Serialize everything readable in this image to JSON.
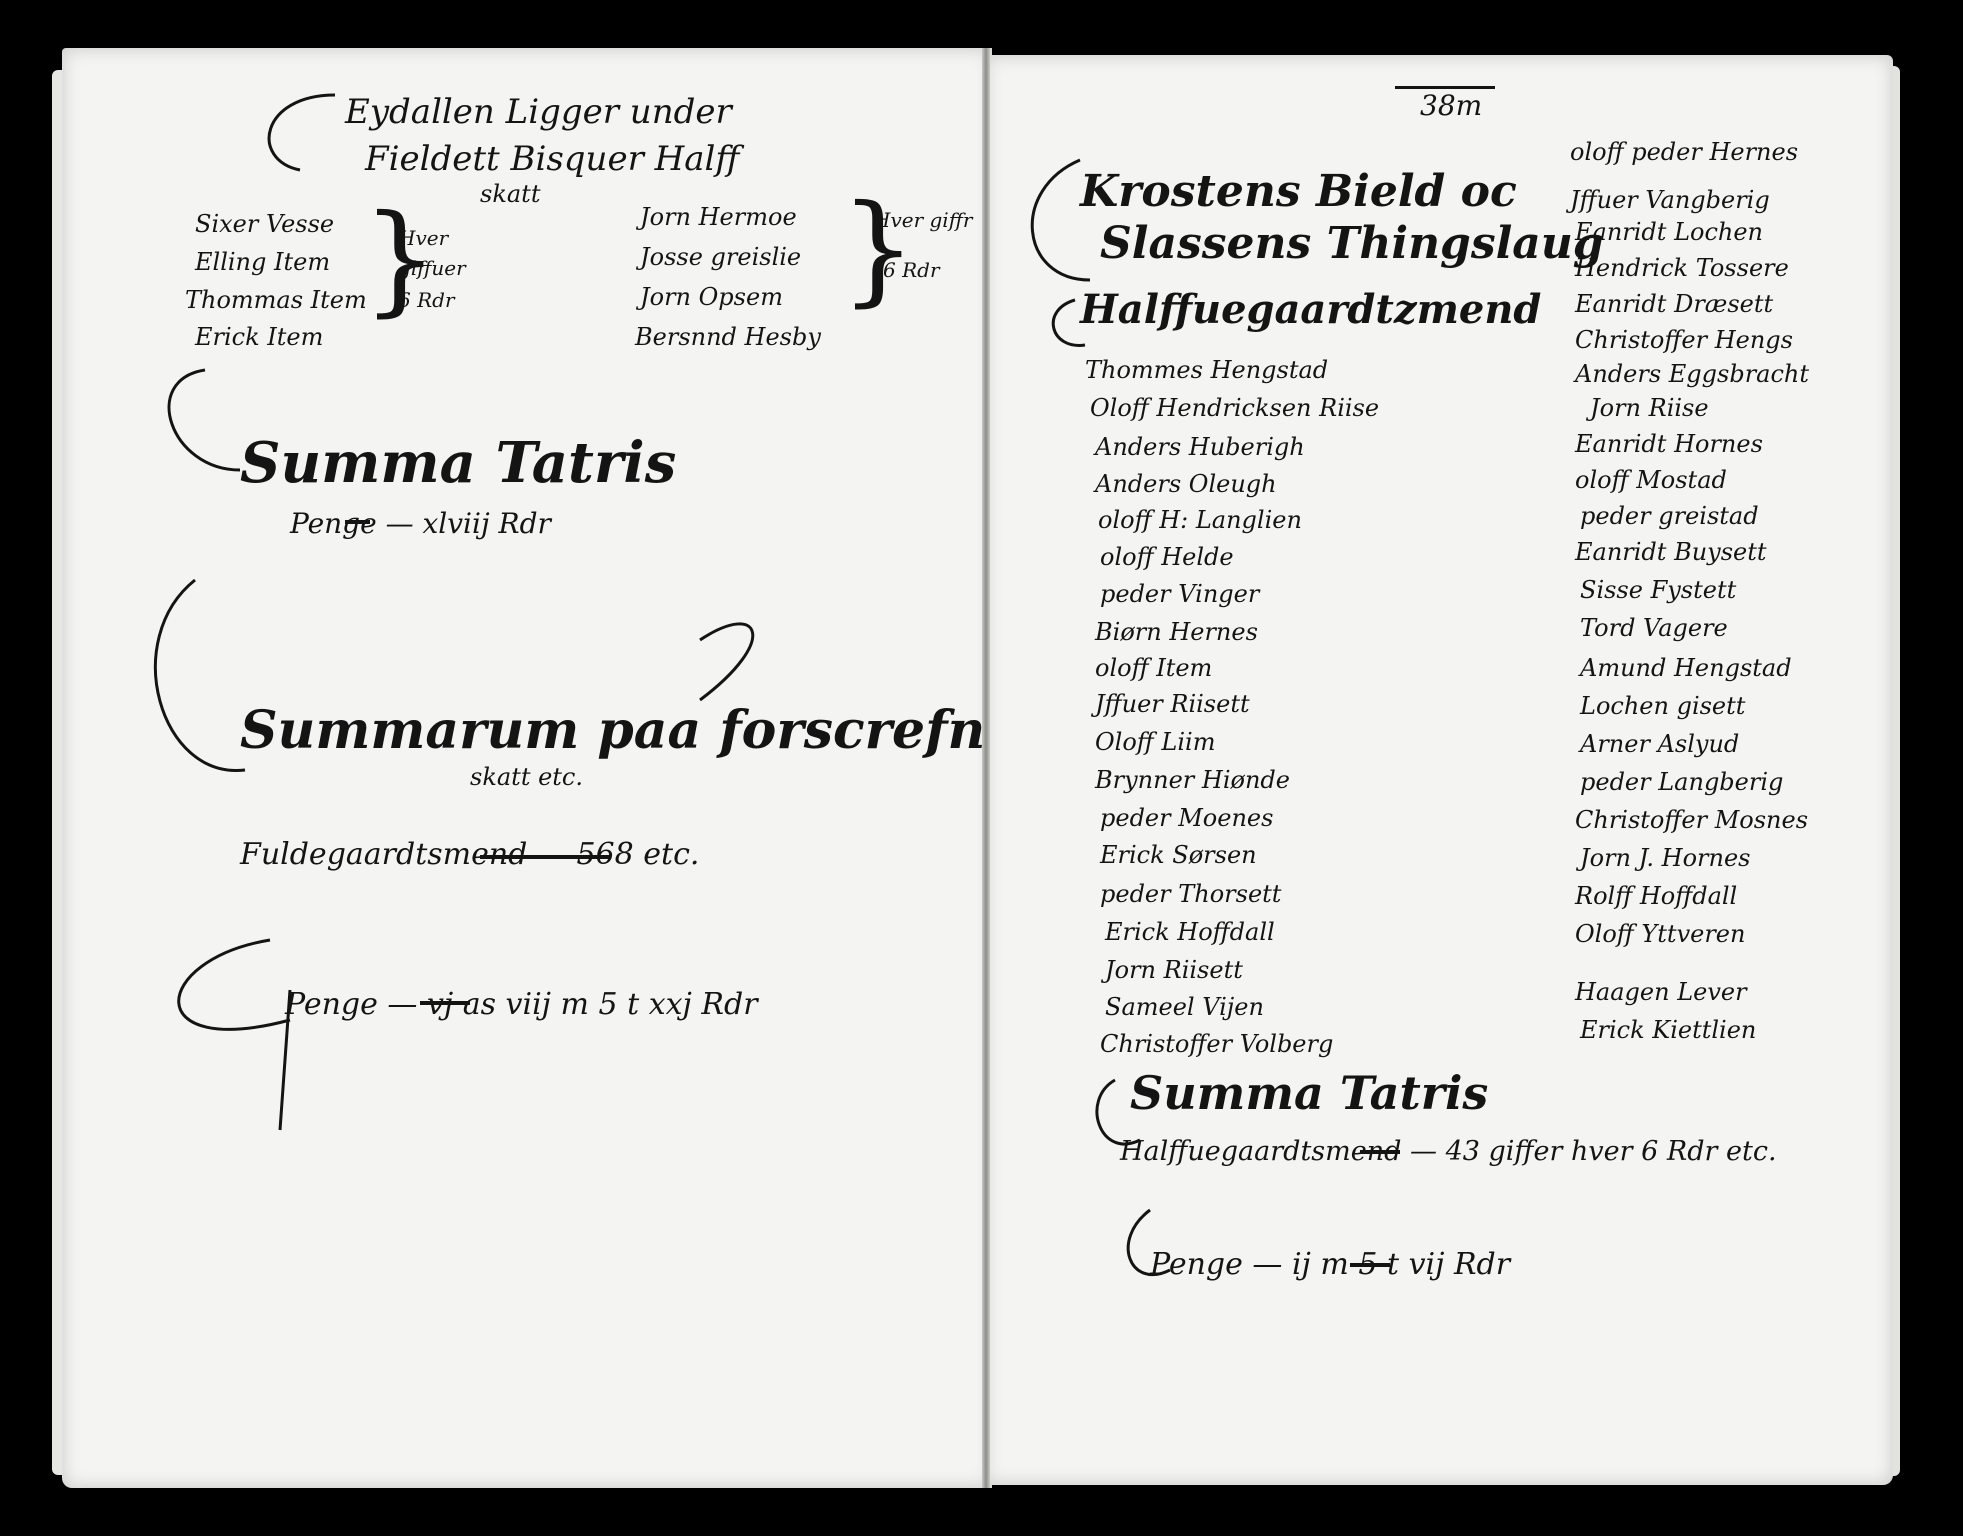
{
  "left_page": {
    "heading_line1": "Eydallen Ligger under",
    "heading_line2": "Fieldett Bisquer Halff",
    "heading_line3": "skatt",
    "group1": {
      "names": [
        "Sixer Vesse",
        "Elling Item",
        "Thommas Item",
        "Erick Item"
      ],
      "note_line1": "Hver",
      "note_line2": "giffuer",
      "note_line3": "6 Rdr"
    },
    "group2": {
      "names": [
        "Jorn Hermoe",
        "Josse greislie",
        "Jorn Opsem",
        "Bersnnd Hesby"
      ],
      "note_line1": "Hver giffr",
      "note_line2": "6 Rdr"
    },
    "summa1_title": "Summa Tatris",
    "summa1_line": "Penge — xlviij Rdr",
    "summa2_title": "Summarum paa forscrefne",
    "summa2_sub": "skatt etc.",
    "summa2_line": "Fuldegaardtsmend — 568 etc.",
    "summa2_total": "Penge — vj as viij m 5 t xxj Rdr"
  },
  "right_page": {
    "folio": "38m",
    "heading_line1": "Krostens Bield oc",
    "heading_line2": "Slassens Thingslaug",
    "heading_line3": "Halffuegaardtzmend",
    "col1": [
      "Thommes Hengstad",
      "Oloff Hendricksen Riise",
      "Anders Huberigh",
      "Anders Oleugh",
      "oloff H: Langlien",
      "oloff Helde",
      "peder Vinger",
      "Biørn Hernes",
      "oloff Item",
      "Jffuer Riisett",
      "Oloff Liim",
      "Brynner Hiønde",
      "peder Moenes",
      "Erick Sørsen",
      "peder Thorsett",
      "Erick Hoffdall",
      "Jorn Riisett",
      "Sameel Vijen",
      "Christoffer Volberg"
    ],
    "col2": [
      "oloff peder Hernes",
      "Jffuer Vangberig",
      "Eanridt Lochen",
      "Hendrick Tossere",
      "Eanridt Dræsett",
      "Christoffer Hengs",
      "Anders Eggsbracht",
      "Jorn Riise",
      "Eanridt Hornes",
      "oloff Mostad",
      "peder greistad",
      "Eanridt Buysett",
      "Sisse Fystett",
      "Tord Vagere",
      "Amund Hengstad",
      "Lochen gisett",
      "Arner Aslyud",
      "peder Langberig",
      "Christoffer Mosnes",
      "Jorn J. Hornes",
      "Rolff Hoffdall",
      "Oloff Yttveren",
      "Haagen Lever",
      "Erick Kiettlien"
    ],
    "summa_title": "Summa Tatris",
    "summa_line": "Halffuegaardtsmend — 43 giffer hver 6 Rdr etc.",
    "penge_line": "Penge — ij m 5 t vij Rdr"
  }
}
